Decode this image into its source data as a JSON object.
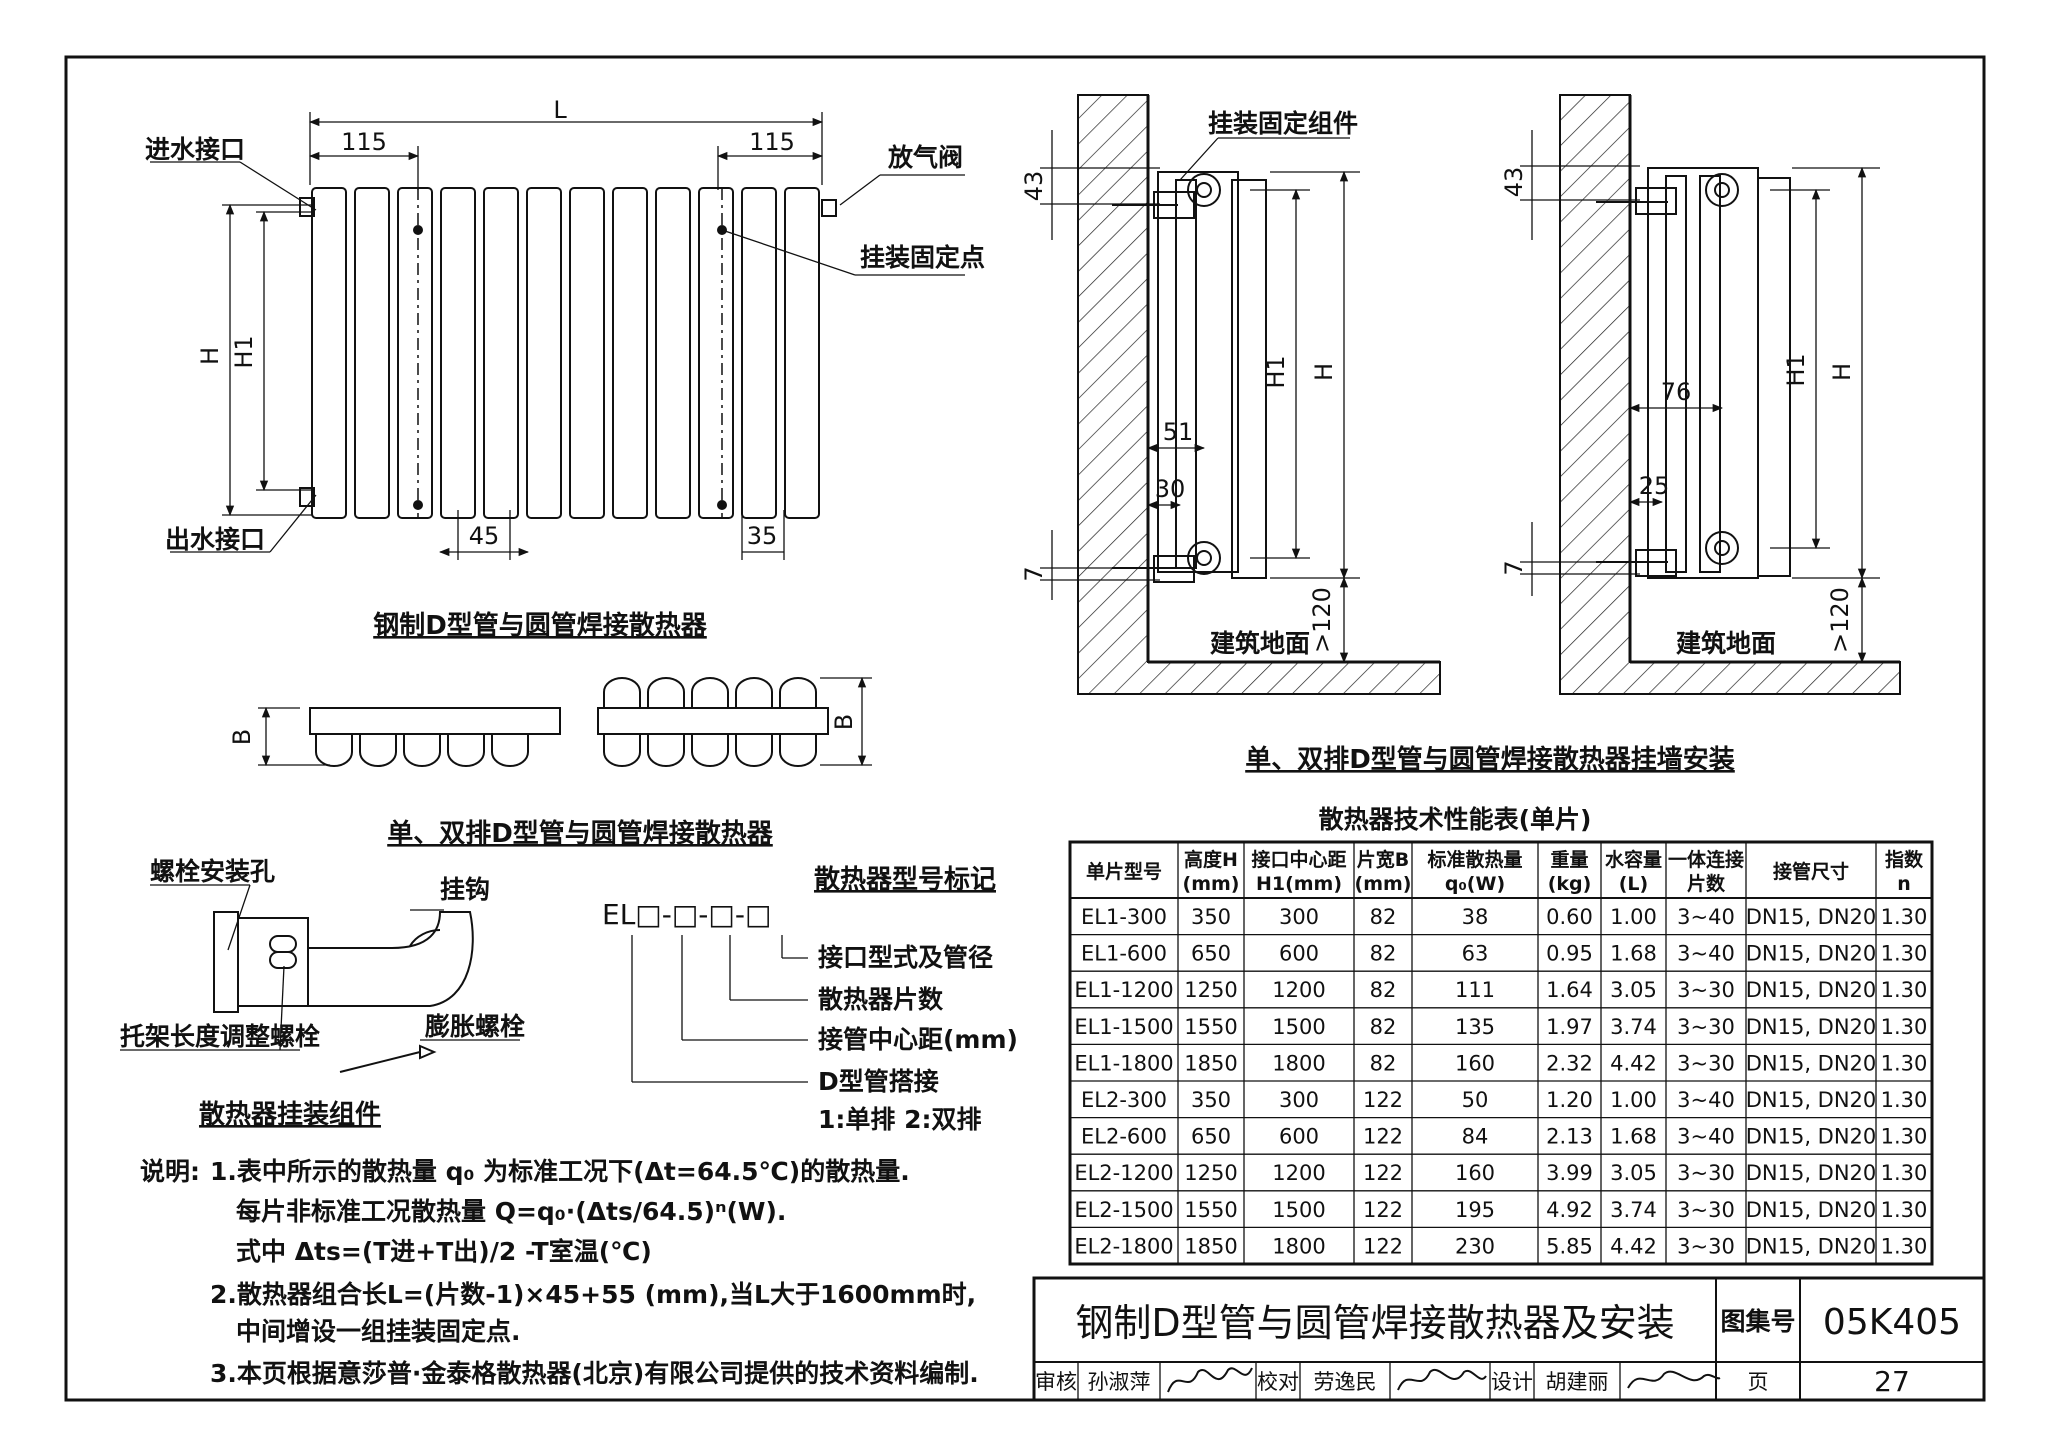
{
  "radiator_elevation": {
    "dim_L": "L",
    "dim_115_left": "115",
    "dim_115_right": "115",
    "dim_H": "H",
    "dim_H1": "H1",
    "dim_45": "45",
    "dim_35": "35",
    "label_inlet": "进水接口",
    "label_outlet": "出水接口",
    "label_air_valve": "放气阀",
    "label_mount_point": "挂装固定点",
    "caption": "钢制D型管与圆管焊接散热器"
  },
  "radiator_sections": {
    "dim_B_left": "B",
    "dim_B_right": "B",
    "caption": "单、双排D型管与圆管焊接散热器"
  },
  "wall_install": {
    "label_fixing": "挂装固定组件",
    "dim_43_a": "43",
    "dim_43_b": "43",
    "dim_51": "51",
    "dim_30": "30",
    "dim_7_a": "7",
    "dim_7_b": "7",
    "dim_76": "76",
    "dim_25": "25",
    "dim_H1_a": "H1",
    "dim_H_a": "H",
    "dim_H1_b": "H1",
    "dim_H_b": "H",
    "dim_120_a": ">120",
    "dim_120_b": ">120",
    "floor_a": "建筑地面",
    "floor_b": "建筑地面",
    "caption": "单、双排D型管与圆管焊接散热器挂墙安装"
  },
  "bracket": {
    "label_bolt_hole": "螺栓安装孔",
    "label_hook": "挂钩",
    "label_adjust_bolt": "托架长度调整螺栓",
    "label_expansion_bolt": "膨胀螺栓",
    "caption": "散热器挂装组件"
  },
  "model_code": {
    "title": "散热器型号标记",
    "code": "EL□-□-□-□",
    "item1": "接口型式及管径",
    "item2": "散热器片数",
    "item3": "接管中心距(mm)",
    "item4": "D型管搭接",
    "item5": "1:单排  2:双排"
  },
  "table": {
    "title": "散热器技术性能表(单片)",
    "headers": [
      [
        "单片型号"
      ],
      [
        "高度H",
        "(mm)"
      ],
      [
        "接口中心距",
        "H1(mm)"
      ],
      [
        "片宽B",
        "(mm)"
      ],
      [
        "标准散热量",
        "q₀(W)"
      ],
      [
        "重量",
        "(kg)"
      ],
      [
        "水容量",
        "(L)"
      ],
      [
        "一体连接",
        "片数"
      ],
      [
        "接管尺寸"
      ],
      [
        "指数",
        "n"
      ]
    ],
    "rows": [
      [
        "EL1-300",
        "350",
        "300",
        "82",
        "38",
        "0.60",
        "1.00",
        "3~40",
        "DN15, DN20",
        "1.30"
      ],
      [
        "EL1-600",
        "650",
        "600",
        "82",
        "63",
        "0.95",
        "1.68",
        "3~40",
        "DN15, DN20",
        "1.30"
      ],
      [
        "EL1-1200",
        "1250",
        "1200",
        "82",
        "111",
        "1.64",
        "3.05",
        "3~30",
        "DN15, DN20",
        "1.30"
      ],
      [
        "EL1-1500",
        "1550",
        "1500",
        "82",
        "135",
        "1.97",
        "3.74",
        "3~30",
        "DN15, DN20",
        "1.30"
      ],
      [
        "EL1-1800",
        "1850",
        "1800",
        "82",
        "160",
        "2.32",
        "4.42",
        "3~30",
        "DN15, DN20",
        "1.30"
      ],
      [
        "EL2-300",
        "350",
        "300",
        "122",
        "50",
        "1.20",
        "1.00",
        "3~40",
        "DN15, DN20",
        "1.30"
      ],
      [
        "EL2-600",
        "650",
        "600",
        "122",
        "84",
        "2.13",
        "1.68",
        "3~40",
        "DN15, DN20",
        "1.30"
      ],
      [
        "EL2-1200",
        "1250",
        "1200",
        "122",
        "160",
        "3.99",
        "3.05",
        "3~30",
        "DN15, DN20",
        "1.30"
      ],
      [
        "EL2-1500",
        "1550",
        "1500",
        "122",
        "195",
        "4.92",
        "3.74",
        "3~30",
        "DN15, DN20",
        "1.30"
      ],
      [
        "EL2-1800",
        "1850",
        "1800",
        "122",
        "230",
        "5.85",
        "4.42",
        "3~30",
        "DN15, DN20",
        "1.30"
      ]
    ]
  },
  "notes": {
    "lead": "说明:",
    "n1": "1.表中所示的散热量 q₀ 为标准工况下(Δt=64.5℃)的散热量.",
    "n1b": "每片非标准工况散热量 Q=q₀·(Δts/64.5)ⁿ(W).",
    "n1c": "式中 Δts=(T进+T出)/2 -T室温(℃)",
    "n2": "2.散热器组合长L=(片数-1)×45+55 (mm),当L大于1600mm时,",
    "n2b": "中间增设一组挂装固定点.",
    "n3": "3.本页根据意莎普·金泰格散热器(北京)有限公司提供的技术资料编制."
  },
  "title_block": {
    "title": "钢制D型管与圆管焊接散热器及安装",
    "atlas_label": "图集号",
    "atlas_no": "05K405",
    "review_label": "审核",
    "reviewer": "孙淑萍",
    "check_label": "校对",
    "checker": "劳逸民",
    "design_label": "设计",
    "designer": "胡建丽",
    "page_label": "页",
    "page_no": "27"
  }
}
